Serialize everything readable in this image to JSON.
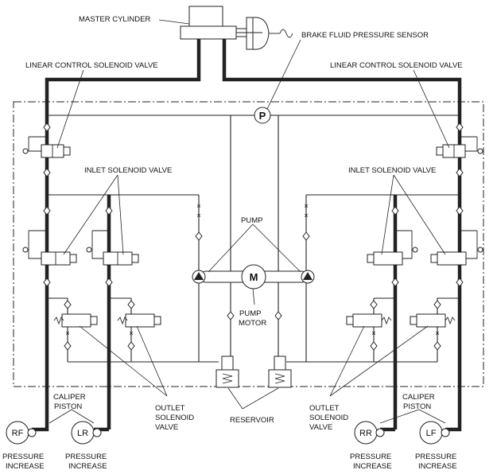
{
  "labels": {
    "master_cylinder": "MASTER CYLINDER",
    "brake_fluid_pressure_sensor": "BRAKE FLUID PRESSURE SENSOR",
    "linear_control_left": "LINEAR CONTROL SOLENOID VALVE",
    "linear_control_right": "LINEAR CONTROL SOLENOID VALVE",
    "inlet_left": "INLET SOLENOID VALVE",
    "inlet_right": "INLET SOLENOID VALVE",
    "pump": "PUMP",
    "motor_symbol": "M",
    "pump_motor_line1": "PUMP",
    "pump_motor_line2": "MOTOR",
    "pressure_sensor_symbol": "P",
    "caliper_left_line1": "CALIPER",
    "caliper_left_line2": "PISTON",
    "caliper_right_line1": "CALIPER",
    "caliper_right_line2": "PISTON",
    "outlet_left_line1": "OUTLET",
    "outlet_left_line2": "SOLENOID",
    "outlet_left_line3": "VALVE",
    "outlet_right_line1": "OUTLET",
    "outlet_right_line2": "SOLENOID",
    "outlet_right_line3": "VALVE",
    "reservoir": "RESERVOIR",
    "wheel_rf": "RF",
    "wheel_lr": "LR",
    "wheel_rr": "RR",
    "wheel_lf": "LF",
    "pressure_increase_line1": "PRESSURE",
    "pressure_increase_line2": "INCREASE"
  },
  "colors": {
    "line": "#222222",
    "background": "#ffffff"
  }
}
